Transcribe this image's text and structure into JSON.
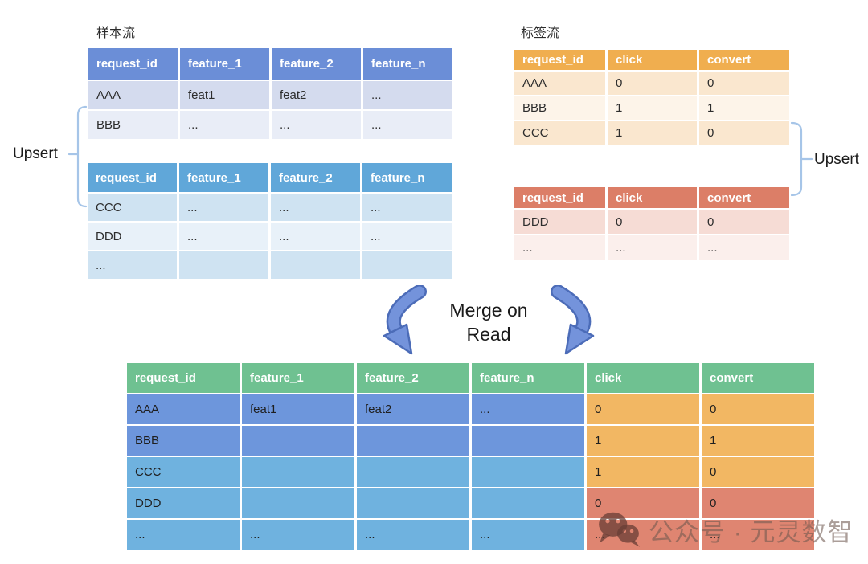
{
  "sample_stream": {
    "label": "样本流",
    "upsert_label": "Upsert",
    "table_upper": {
      "headers": [
        "request_id",
        "feature_1",
        "feature_2",
        "feature_n"
      ],
      "rows": [
        [
          "AAA",
          "feat1",
          "feat2",
          "..."
        ],
        [
          "BBB",
          "...",
          "...",
          "..."
        ]
      ]
    },
    "table_lower": {
      "headers": [
        "request_id",
        "feature_1",
        "feature_2",
        "feature_n"
      ],
      "rows": [
        [
          "CCC",
          "...",
          "...",
          "..."
        ],
        [
          "DDD",
          "...",
          "...",
          "..."
        ],
        [
          "...",
          "",
          "",
          ""
        ]
      ]
    }
  },
  "label_stream": {
    "label": "标签流",
    "upsert_label": "Upsert",
    "table_upper": {
      "headers": [
        "request_id",
        "click",
        "convert"
      ],
      "rows": [
        [
          "AAA",
          "0",
          "0"
        ],
        [
          "BBB",
          "1",
          "1"
        ],
        [
          "CCC",
          "1",
          "0"
        ]
      ]
    },
    "table_lower": {
      "headers": [
        "request_id",
        "click",
        "convert"
      ],
      "rows": [
        [
          "DDD",
          "0",
          "0"
        ],
        [
          "...",
          "...",
          "..."
        ]
      ]
    }
  },
  "merge": {
    "label_line1": "Merge on",
    "label_line2": "Read"
  },
  "merged_table": {
    "headers": [
      "request_id",
      "feature_1",
      "feature_2",
      "feature_n",
      "click",
      "convert"
    ],
    "rows": [
      {
        "cells": [
          "AAA",
          "feat1",
          "feat2",
          "...",
          "0",
          "0"
        ],
        "styles": [
          "bd",
          "bd",
          "bd",
          "bd",
          "or",
          "or"
        ]
      },
      {
        "cells": [
          "BBB",
          "",
          "",
          "",
          "1",
          "1"
        ],
        "styles": [
          "bd",
          "bd",
          "bd",
          "bd",
          "or",
          "or"
        ]
      },
      {
        "cells": [
          "CCC",
          "",
          "",
          "",
          "1",
          "0"
        ],
        "styles": [
          "bl",
          "bl",
          "bl",
          "bl",
          "or",
          "or"
        ]
      },
      {
        "cells": [
          "DDD",
          "",
          "",
          "",
          "0",
          "0"
        ],
        "styles": [
          "bl",
          "bl",
          "bl",
          "bl",
          "sa",
          "sa"
        ]
      },
      {
        "cells": [
          "...",
          "...",
          "...",
          "...",
          "...",
          "..."
        ],
        "styles": [
          "bl",
          "bl",
          "bl",
          "bl",
          "sa",
          "sa"
        ]
      }
    ]
  },
  "watermark": {
    "icon": "wechat-icon",
    "text": "公众号 · 元灵数智"
  },
  "colors": {
    "sample_header_dark_blue": "#6B8ED7",
    "sample_header_light_blue": "#60A7D9",
    "label_header_orange": "#F0AE4F",
    "label_header_salmon": "#DC7E67",
    "merged_header_green": "#6FC191",
    "merged_feature_blue_dark": "#6D96DC",
    "merged_feature_blue_light": "#6FB2DF",
    "merged_label_orange": "#F2B763",
    "merged_label_salmon": "#DF8571",
    "bracket_blue": "#A6C5E8",
    "arrow_fill_blue": "#7493DB",
    "arrow_outline_blue": "#4C6CB8"
  }
}
